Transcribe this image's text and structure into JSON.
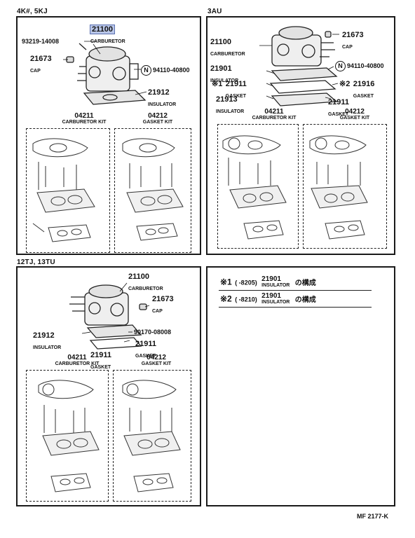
{
  "sections": {
    "top_left": {
      "header": "4K#, 5KJ",
      "labels": {
        "carb_num": "21100",
        "carb_name": "CARBURETOR",
        "screw": "93219-14008",
        "cap_num": "21673",
        "cap_name": "CAP",
        "nut": "94110-40800",
        "nut_mark": "N",
        "ins_num": "21912",
        "ins_name": "INSULATOR"
      },
      "kits": [
        {
          "num": "04211",
          "name": "CARBURETOR KIT"
        },
        {
          "num": "04212",
          "name": "GASKET KIT"
        }
      ]
    },
    "top_right": {
      "header": "3AU",
      "labels": {
        "carb_num": "21100",
        "carb_name": "CARBURETOR",
        "cap_num": "21673",
        "cap_name": "CAP",
        "ins1_num": "21901",
        "ins1_name": "INSULATOR",
        "nut": "94110-40800",
        "nut_mark": "N",
        "mark1": "※1",
        "gasket1_num": "21911",
        "gasket1_name": "GASKET",
        "mark2": "※2",
        "gasket2_num": "21916",
        "gasket2_name": "GASKET",
        "ins2_num": "21913",
        "ins2_name": "INSULATOR",
        "gasket3_num": "21911",
        "gasket3_name": "GASKET"
      },
      "kits": [
        {
          "num": "04211",
          "name": "CARBURETOR KIT"
        },
        {
          "num": "04212",
          "name": "GASKET KIT"
        }
      ]
    },
    "bottom_left": {
      "header": "12TJ, 13TU",
      "labels": {
        "carb_num": "21100",
        "carb_name": "CARBURETOR",
        "cap_num": "21673",
        "cap_name": "CAP",
        "ins_num": "21912",
        "ins_name": "INSULATOR",
        "bolt": "90170-08008",
        "gasket_num": "21911",
        "gasket_name": "GASKET",
        "gasket2_num": "21911",
        "gasket2_name": "GASKET"
      },
      "kits": [
        {
          "num": "04211",
          "name": "CARBURETOR KIT"
        },
        {
          "num": "04212",
          "name": "GASKET KIT"
        }
      ]
    },
    "bottom_right": {
      "notes": [
        {
          "mark": "※1",
          "range": "(      -8205)",
          "num": "21901",
          "word": "INSULATOR",
          "jp": "の構成"
        },
        {
          "mark": "※2",
          "range": "(      -8210)",
          "num": "21901",
          "word": "INSULATOR",
          "jp": "の構成"
        }
      ]
    }
  },
  "footer": "MF 2177-K"
}
